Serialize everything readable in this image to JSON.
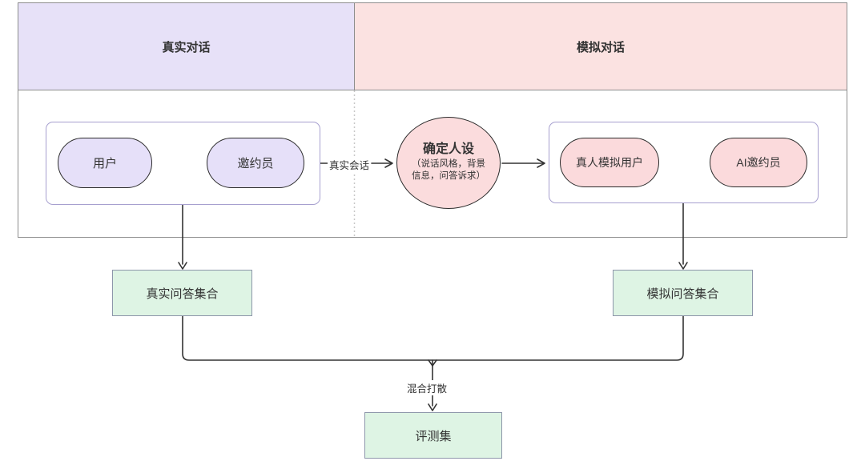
{
  "headers": {
    "real": "真实对话",
    "simulated": "模拟对话"
  },
  "real_flow": {
    "user": "用户",
    "inviter": "邀约员",
    "session_label": "真实会话"
  },
  "persona": {
    "title": "确定人设",
    "detail": "（说话风格，背景信息，问答诉求）"
  },
  "sim_flow": {
    "user": "真人模拟用户",
    "inviter": "AI邀约员"
  },
  "datasets": {
    "real": "真实问答集合",
    "simulated": "模拟问答集合",
    "merge_label": "混合打散",
    "eval": "评测集"
  },
  "colors": {
    "real_header_bg": "#e7e1f8",
    "sim_header_bg": "#fbe2e1",
    "real_node_bg": "#e6e0f9",
    "sim_node_bg": "#fbdadc",
    "dataset_bg": "#def4e4",
    "node_border": "#2b2b2b",
    "group_border": "#a7a0cf",
    "dataset_border": "#8d96aa",
    "wire": "#333333"
  }
}
